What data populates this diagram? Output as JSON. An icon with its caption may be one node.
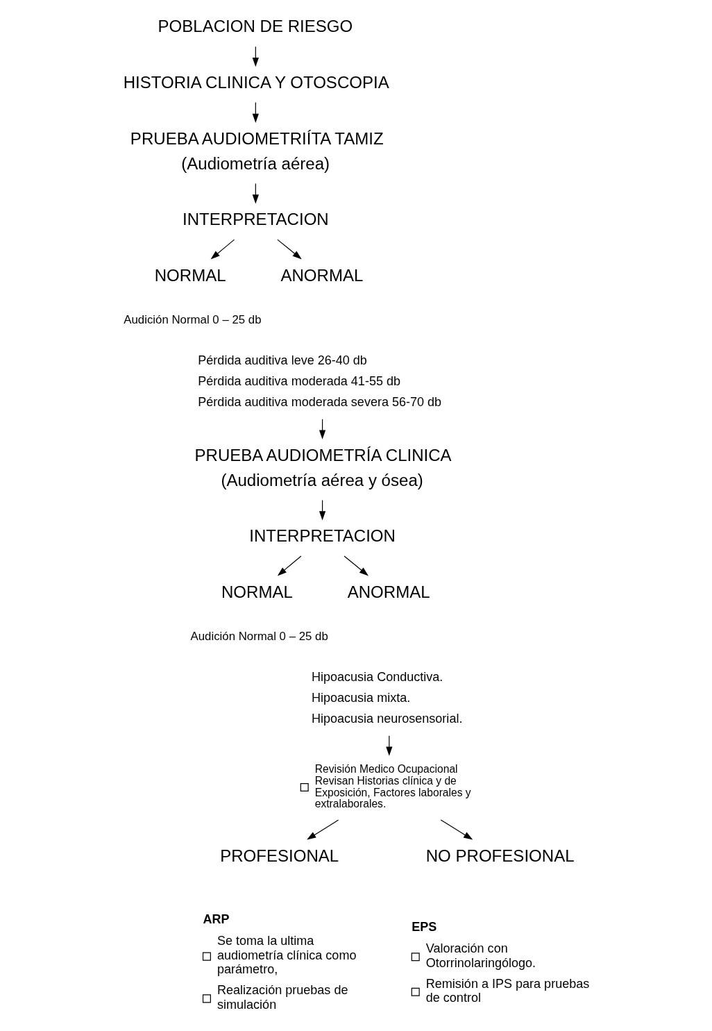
{
  "diagram": {
    "nodes": [
      {
        "text": [
          "POBLACION DE RIESGO"
        ]
      },
      {
        "text": [
          "HISTORIA CLINICA Y OTOSCOPIA"
        ]
      },
      {
        "text": [
          "PRUEBA AUDIOMETRIÍTA TAMIZ",
          "(Audiometría aérea)"
        ]
      },
      {
        "text": [
          "INTERPRETACION"
        ]
      },
      {
        "text": [
          "NORMAL"
        ],
        "beside": [
          "Audición Normal 0 – 25 db"
        ]
      },
      {
        "text": [
          "ANORMAL"
        ]
      },
      {
        "text": [
          "Pérdida auditiva leve 26-40 db",
          "Pérdida auditiva moderada 41-55 db",
          "Pérdida auditiva moderada severa 56-70 db"
        ]
      },
      {
        "text": [
          "PRUEBA AUDIOMETRÍA CLINICA",
          "(Audiometría aérea y ósea)"
        ]
      },
      {
        "text": [
          "INTERPRETACION"
        ]
      },
      {
        "text": [
          "NORMAL"
        ],
        "beside": [
          "Audición Normal 0 – 25 db"
        ]
      },
      {
        "text": [
          "ANORMAL"
        ]
      },
      {
        "text": [
          "Hipoacusia Conductiva.",
          "Hipoacusia mixta.",
          "Hipoacusia neurosensorial."
        ]
      },
      {
        "text": [
          "Revisión Medico Ocupacional Revisan Historias clínica y de Exposición, Factores laborales y extralaborales."
        ]
      },
      {
        "text": [
          "PROFESIONAL"
        ],
        "beside": [
          "ARP",
          "Se toma la ultima audiometría clínica como parámetro,",
          "Realización pruebas de simulación"
        ]
      },
      {
        "text": [
          "NO PROFESIONAL"
        ],
        "beside": [
          "EPS",
          "Valoración con Otorrinolaringólogo.",
          "Remisión a IPS para pruebas de control"
        ]
      }
    ],
    "edges": [
      {
        "from": 0,
        "to": 1,
        "arrow": "to"
      },
      {
        "from": 1,
        "to": 2,
        "arrow": "to"
      },
      {
        "from": 2,
        "to": 3,
        "arrow": "to"
      },
      {
        "from": 3,
        "to": 4,
        "arrow": "to"
      },
      {
        "from": 3,
        "to": 5,
        "arrow": "to"
      },
      {
        "from": 6,
        "to": 7,
        "arrow": "to"
      },
      {
        "from": 7,
        "to": 8,
        "arrow": "to"
      },
      {
        "from": 8,
        "to": 9,
        "arrow": "to"
      },
      {
        "from": 8,
        "to": 10,
        "arrow": "to"
      },
      {
        "from": 11,
        "to": 12,
        "arrow": "to"
      },
      {
        "from": 12,
        "to": 13,
        "arrow": "to"
      },
      {
        "from": 12,
        "to": 14,
        "arrow": "to"
      }
    ]
  }
}
